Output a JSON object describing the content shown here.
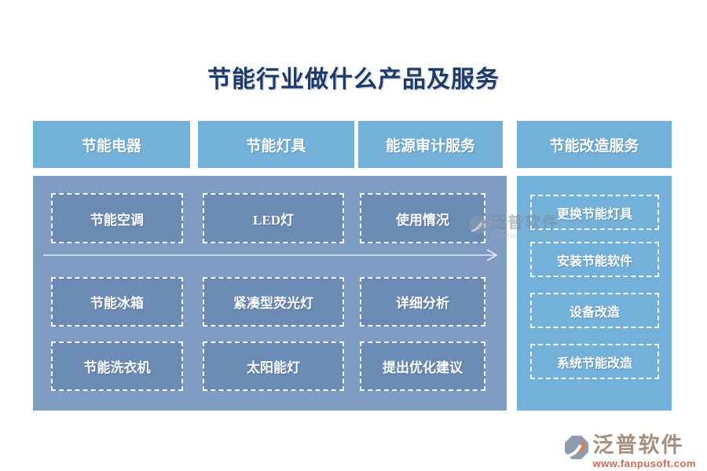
{
  "title": "节能行业做什么产品及服务",
  "headers": [
    {
      "label": "节能电器"
    },
    {
      "label": "节能灯具"
    },
    {
      "label": "能源审计服务"
    },
    {
      "label": "节能改造服务"
    }
  ],
  "main_panel": {
    "columns": [
      {
        "items": [
          "节能空调",
          "节能冰箱",
          "节能洗衣机"
        ]
      },
      {
        "items": [
          "LED灯",
          "紧凑型荧光灯",
          "太阳能灯"
        ]
      },
      {
        "items": [
          "使用情况",
          "详细分析",
          "提出优化建议"
        ]
      }
    ]
  },
  "side_panel": {
    "items": [
      "更换节能灯具",
      "安装节能软件",
      "设备改造",
      "系统节能改造"
    ]
  },
  "watermark": {
    "name": "泛普软件",
    "subtitle": "FANPU SOFTWARE"
  },
  "logo": {
    "name": "泛普软件",
    "url": "www.fanpusoft.com"
  },
  "colors": {
    "header_blue": "#74b1da",
    "panel_blue": "#7f9cc2",
    "cell_blue": "#6b8ab4",
    "title_navy": "#1e3a68",
    "logo_text": "#a68f7b",
    "logo_url": "#cf6a4c"
  }
}
